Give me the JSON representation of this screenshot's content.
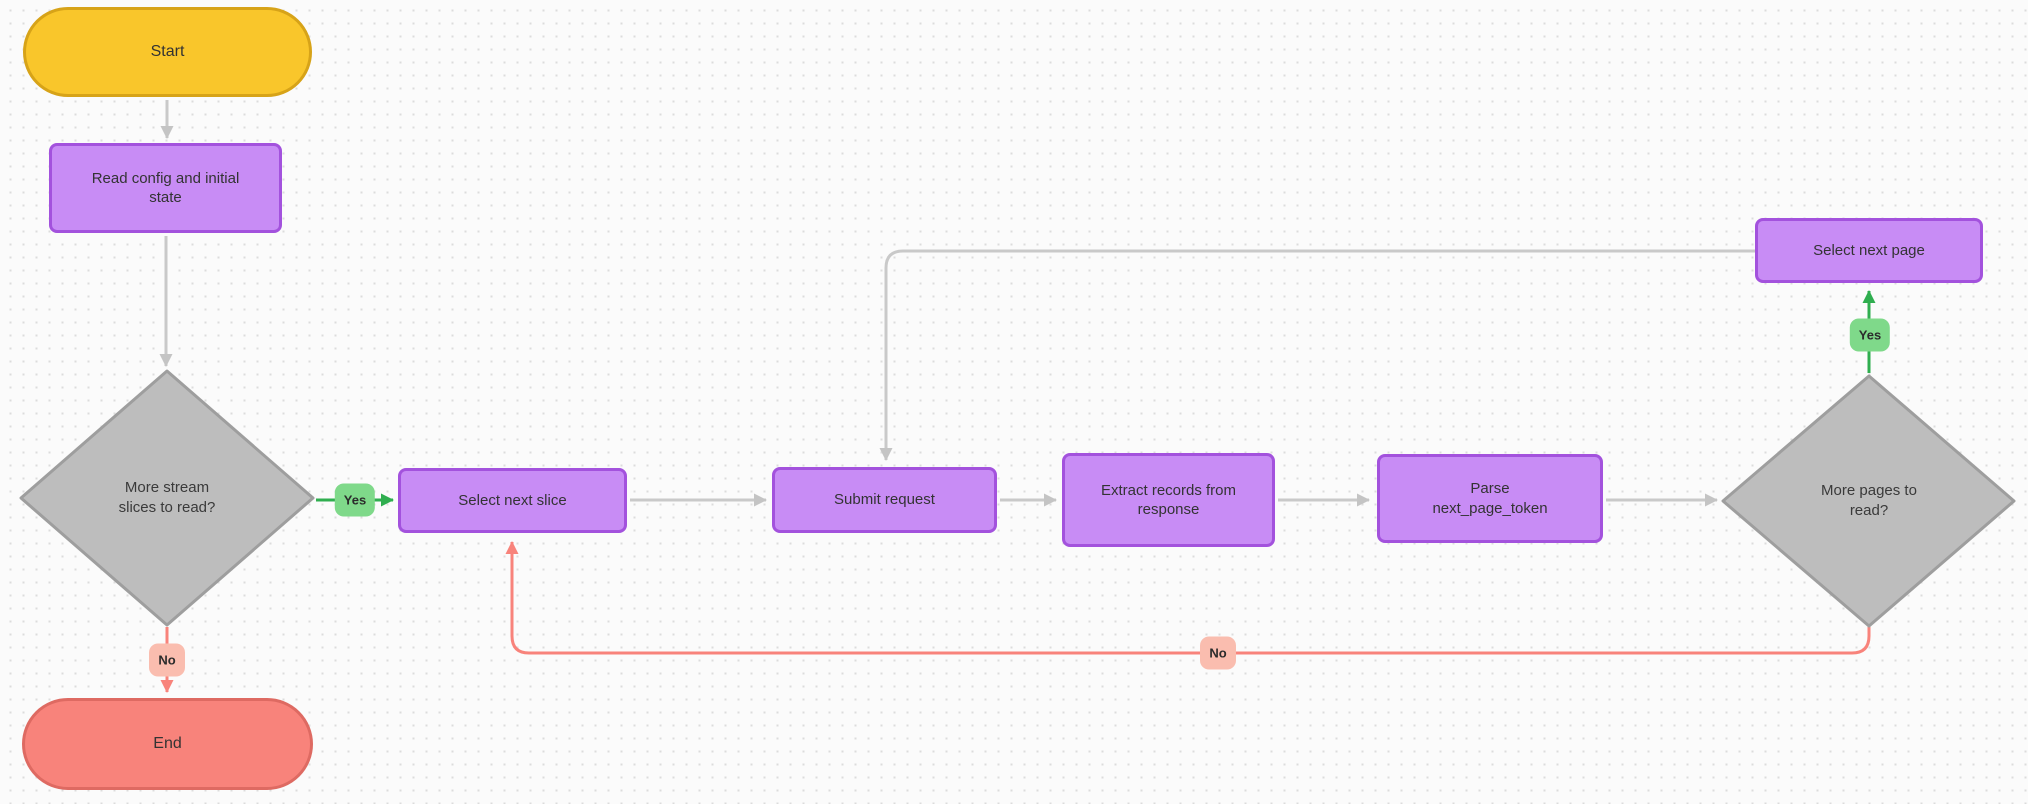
{
  "diagram_type": "flowchart",
  "nodes": {
    "start": "Start",
    "read_config": "Read config and initial\nstate",
    "more_slices": "More stream\nslices to read?",
    "select_next_slice": "Select next slice",
    "submit_request": "Submit request",
    "extract_records": "Extract records from\nresponse",
    "parse_token": "Parse\nnext_page_token",
    "more_pages": "More pages to\nread?",
    "select_next_page": "Select next page",
    "end": "End"
  },
  "edge_labels": {
    "yes_slices": "Yes",
    "no_slices": "No",
    "yes_pages": "Yes",
    "no_pages": "No"
  },
  "colors": {
    "background": "#FBFBFB",
    "grid_dot": "#DCDCDC",
    "terminal_start_fill": "#F9C62B",
    "terminal_start_border": "#D7A318",
    "terminal_end_fill": "#F8837B",
    "terminal_end_border": "#DE6A62",
    "process_fill": "#C88CF5",
    "process_border": "#A352DD",
    "decision_fill": "#BDBDBD",
    "decision_border": "#9E9E9E",
    "yes_badge_fill": "#7FD98A",
    "no_badge_fill": "#FABDAF",
    "edge_gray": "#C9C9C9",
    "edge_red": "#F8837B",
    "edge_green": "#2FAE4F",
    "text": "#333333"
  }
}
